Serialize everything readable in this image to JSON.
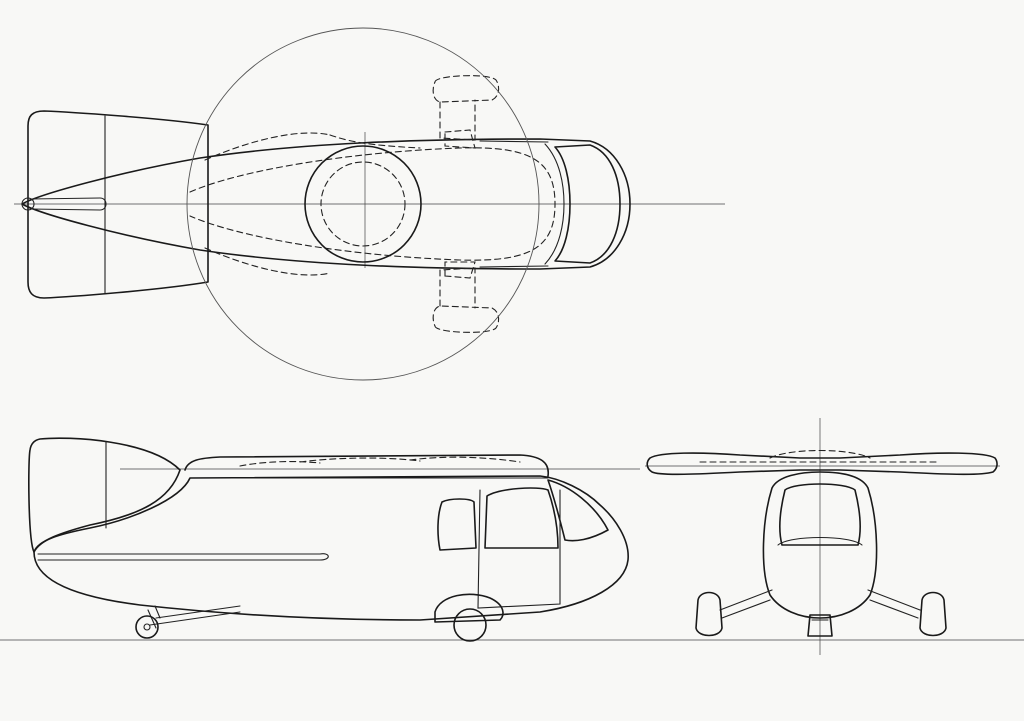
{
  "drawing": {
    "views": [
      "top-view",
      "side-view",
      "front-view"
    ],
    "colors": {
      "paper": "#f8f8f6",
      "line": "#1a1a1a"
    }
  }
}
